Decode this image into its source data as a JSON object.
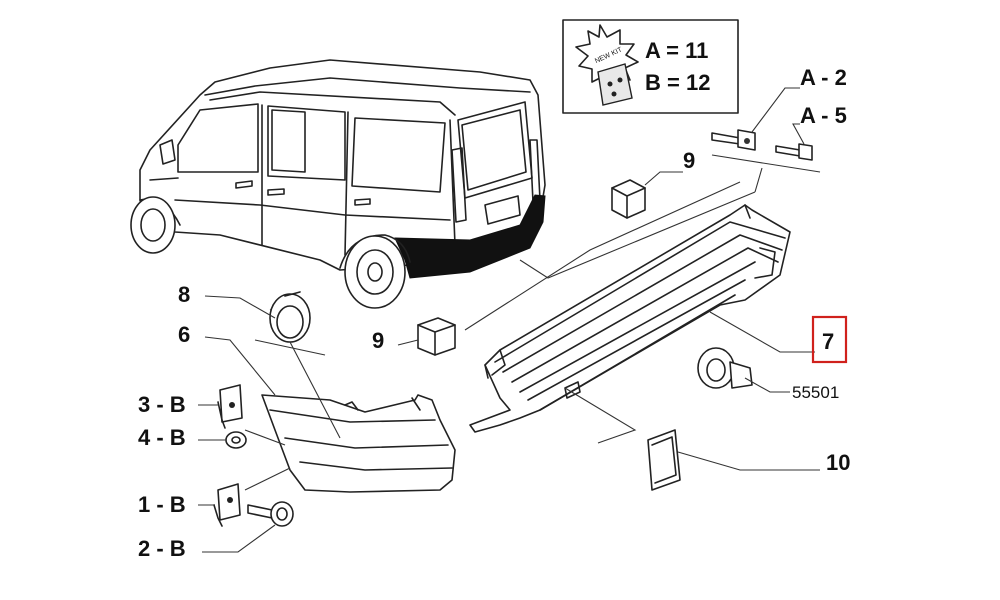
{
  "kit_box": {
    "badge_text": "NEW KIT",
    "line_a": "A = 11",
    "line_b": "B = 12"
  },
  "callouts": {
    "a2": "A - 2",
    "a5": "A - 5",
    "n9_top": "9",
    "n8": "8",
    "n6": "6",
    "n9_mid": "9",
    "n7": "7",
    "n55501": "55501",
    "n3b": "3 - B",
    "n4b": "4 - B",
    "n1b": "1 - B",
    "n2b": "2 - B",
    "n10": "10"
  },
  "highlight_color": "#d0211c"
}
